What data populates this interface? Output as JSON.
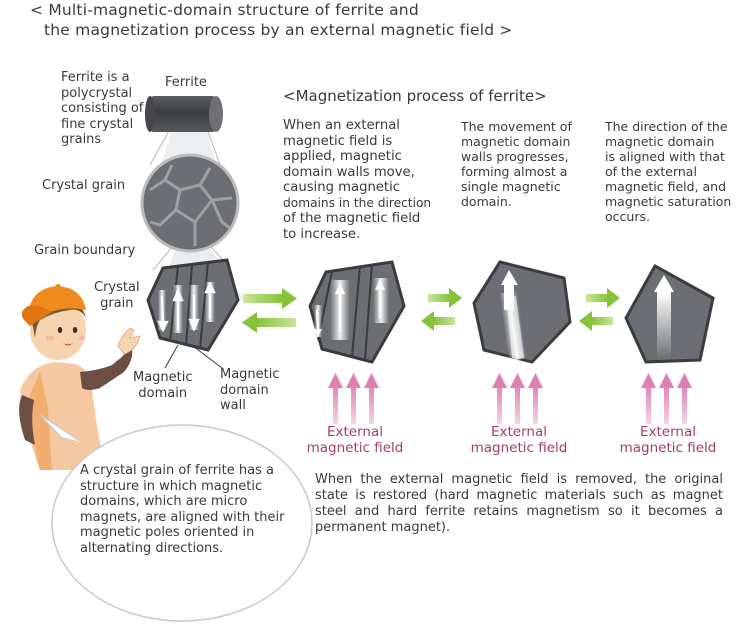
{
  "title": {
    "line1": "< Multi-magnetic-domain structure of ferrite and",
    "line2": "the magnetization process by an external magnetic field >"
  },
  "ferrite_label": "Ferrite",
  "ferrite_desc": [
    "Ferrite is a",
    "polycrystal",
    "consisting of",
    "fine crystal",
    "grains"
  ],
  "crystal_grain_label": "Crystal grain",
  "grain_boundary_label": "Grain boundary",
  "crystal_grain2_label": [
    "Crystal",
    "grain"
  ],
  "magnetic_domain_label": [
    "Magnetic",
    "domain"
  ],
  "magnetic_domain_wall_label": [
    "Magnetic",
    "domain",
    "wall"
  ],
  "process_title": "<Magnetization process of ferrite>",
  "steps": [
    {
      "text": [
        "When an external",
        "magnetic field is",
        "applied, magnetic",
        "domain walls move,",
        "causing magnetic",
        "domains in the direction",
        "of the magnetic field",
        "to increase."
      ]
    },
    {
      "text": [
        "The movement of",
        "magnetic domain",
        "walls progresses,",
        "forming almost a",
        "single magnetic",
        "domain."
      ]
    },
    {
      "text": [
        "The direction of the",
        "magnetic domain",
        "is aligned with that",
        "of the external",
        "magnetic field, and",
        "magnetic saturation",
        "occurs."
      ]
    }
  ],
  "external_field_label": [
    "External",
    "magnetic field"
  ],
  "bubble_text": "A crystal grain of ferrite has a structure in which magnetic domains, which are micro magnets, are aligned with their magnetic poles oriented in alternating directions.",
  "bottom_text": "When the external magnetic field is removed, the original state is restored (hard magnetic materials such as magnet steel and hard ferrite retains magnetism so it becomes a permanent magnet).",
  "colors": {
    "grain_fill": "#6b6e73",
    "grain_stroke": "#3a3c40",
    "arrow_green": "#8cc63f",
    "field_pink": "#e9a6c8",
    "field_text": "#a23c6e",
    "hat_orange": "#f08a1c"
  }
}
